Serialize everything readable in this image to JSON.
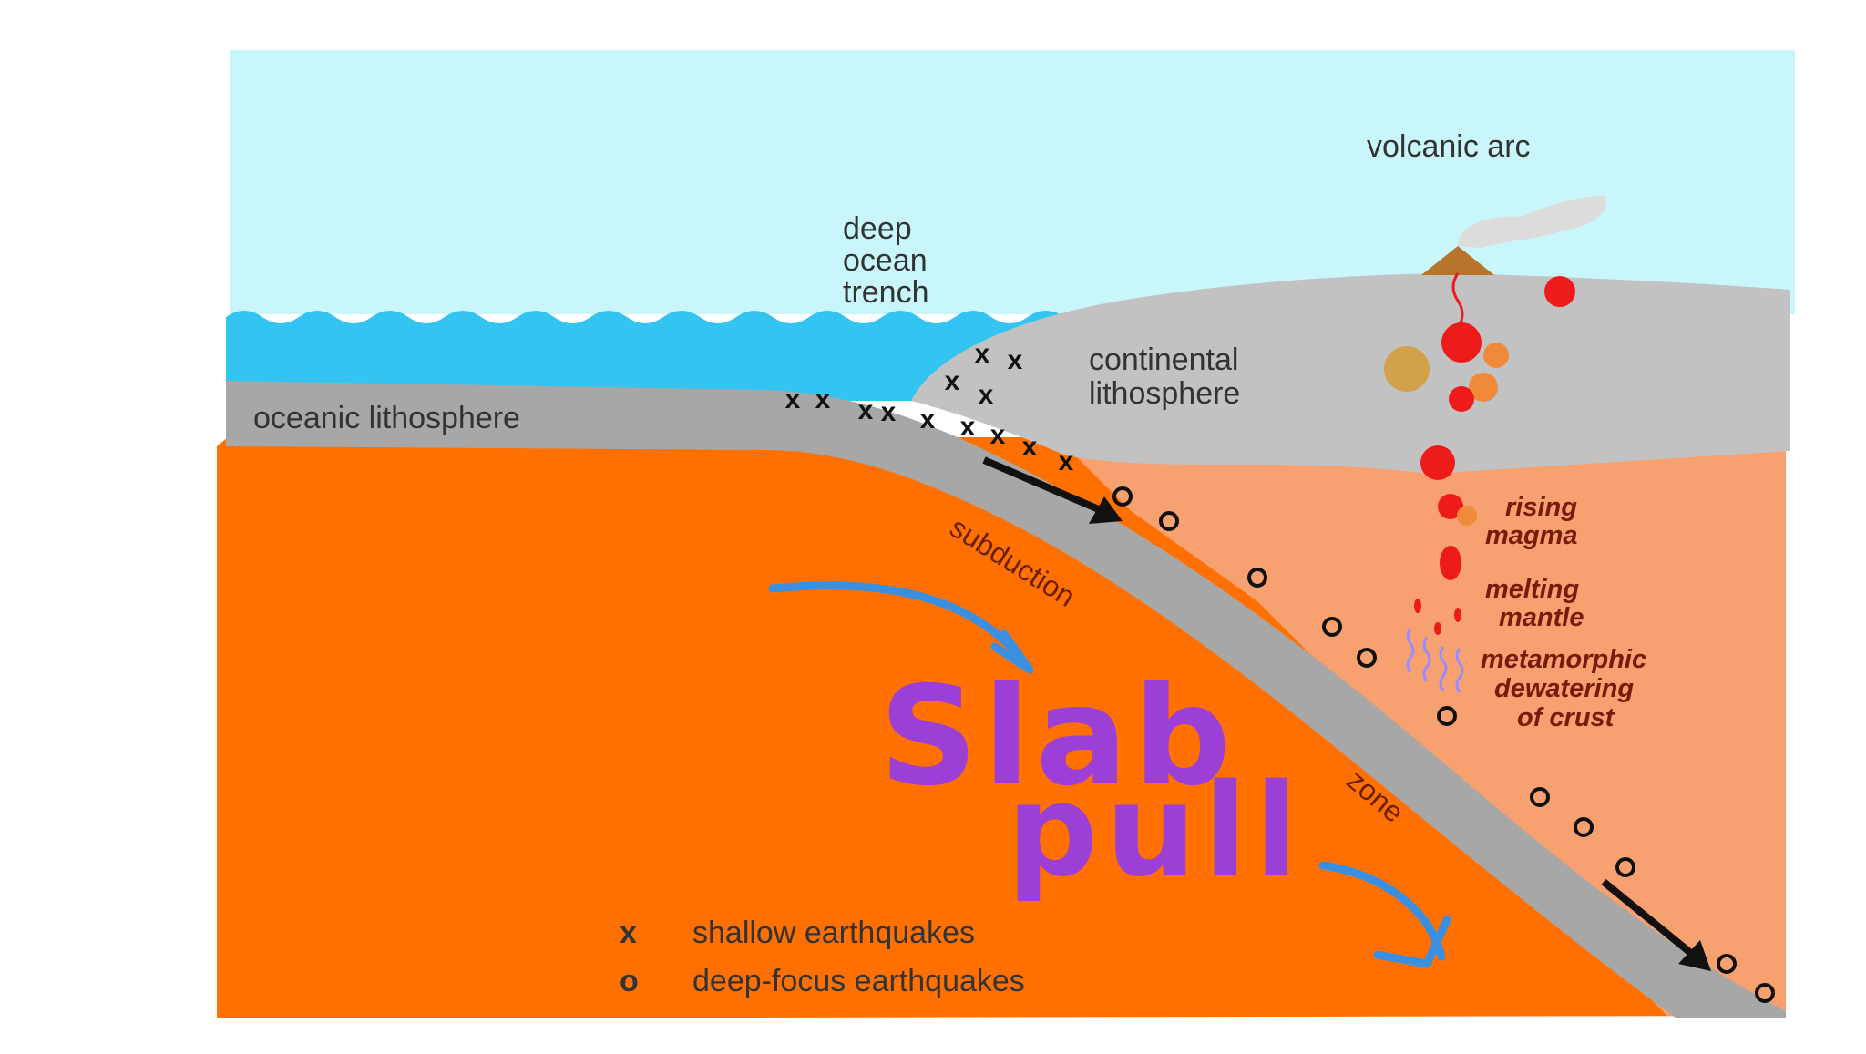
{
  "labels": {
    "volcanic_arc": "volcanic arc",
    "trench": [
      "deep",
      "ocean",
      "trench"
    ],
    "continental": [
      "continental",
      "lithosphere"
    ],
    "oceanic": "oceanic lithosphere",
    "rising_magma": [
      "rising",
      "magma"
    ],
    "melting_mantle": [
      "melting",
      "mantle"
    ],
    "metamorphic": [
      "metamorphic",
      "dewatering",
      "of crust"
    ],
    "subduction": "subduction",
    "zone": "zone"
  },
  "legend": {
    "shallow_symbol": "x",
    "shallow_label": "shallow earthquakes",
    "deep_symbol": "o",
    "deep_label": "deep-focus earthquakes"
  },
  "annotation": {
    "line1": "Slab",
    "line2": "pull",
    "color": "#9b3fd6",
    "arrow_color": "#3a8fe0"
  },
  "colors": {
    "sky": "#c9f6fb",
    "ocean": "#33c4f1",
    "oceanic_plate": "#a7a7a7",
    "continental_plate": "#c2c2c2",
    "mantle": "#ff7000",
    "wedge": "#f7a070",
    "magma": "#ee1b1b"
  }
}
